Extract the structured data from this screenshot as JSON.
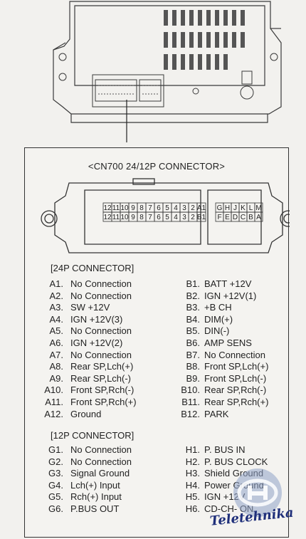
{
  "connector_title": "<CN700 24/12P CONNECTOR>",
  "connector": {
    "row_top_24": [
      "12",
      "11",
      "10",
      "9",
      "8",
      "7",
      "6",
      "5",
      "4",
      "3",
      "2",
      "A1"
    ],
    "row_bottom_24": [
      "12",
      "11",
      "10",
      "9",
      "8",
      "7",
      "6",
      "5",
      "4",
      "3",
      "2",
      "B1"
    ],
    "row_top_12": [
      "G",
      "H",
      "J",
      "K",
      "L",
      "M"
    ],
    "row_bottom_12": [
      "F",
      "E",
      "D",
      "C",
      "B",
      "A"
    ]
  },
  "section_24": {
    "heading": "[24P CONNECTOR]",
    "a_pins": [
      {
        "code": "A1.",
        "desc": "No Connection"
      },
      {
        "code": "A2.",
        "desc": "No Connection"
      },
      {
        "code": "A3.",
        "desc": "SW +12V"
      },
      {
        "code": "A4.",
        "desc": "IGN +12V(3)"
      },
      {
        "code": "A5.",
        "desc": "No Connection"
      },
      {
        "code": "A6.",
        "desc": "IGN +12V(2)"
      },
      {
        "code": "A7.",
        "desc": "No Connection"
      },
      {
        "code": "A8.",
        "desc": "Rear SP,Lch(+)"
      },
      {
        "code": "A9.",
        "desc": "Rear SP,Lch(-)"
      },
      {
        "code": "A10.",
        "desc": "Front SP,Rch(-)"
      },
      {
        "code": "A11.",
        "desc": "Front SP,Rch(+)"
      },
      {
        "code": "A12.",
        "desc": "Ground"
      }
    ],
    "b_pins": [
      {
        "code": "B1.",
        "desc": "BATT +12V"
      },
      {
        "code": "B2.",
        "desc": "IGN +12V(1)"
      },
      {
        "code": "B3.",
        "desc": "+B CH"
      },
      {
        "code": "B4.",
        "desc": "DIM(+)"
      },
      {
        "code": "B5.",
        "desc": "DIN(-)"
      },
      {
        "code": "B6.",
        "desc": "AMP SENS"
      },
      {
        "code": "B7.",
        "desc": "No Connection"
      },
      {
        "code": "B8.",
        "desc": "Front SP,Lch(+)"
      },
      {
        "code": "B9.",
        "desc": "Front SP,Lch(-)"
      },
      {
        "code": "B10.",
        "desc": "Rear SP,Rch(-)"
      },
      {
        "code": "B11.",
        "desc": "Rear SP,Rch(+)"
      },
      {
        "code": "B12.",
        "desc": "PARK"
      }
    ]
  },
  "section_12": {
    "heading": "[12P CONNECTOR]",
    "g_pins": [
      {
        "code": "G1.",
        "desc": "No Connection"
      },
      {
        "code": "G2.",
        "desc": "No Connection"
      },
      {
        "code": "G3.",
        "desc": "Signal Ground"
      },
      {
        "code": "G4.",
        "desc": "Lch(+) Input"
      },
      {
        "code": "G5.",
        "desc": "Rch(+) Input"
      },
      {
        "code": "G6.",
        "desc": "P.BUS OUT"
      }
    ],
    "h_pins": [
      {
        "code": "H1.",
        "desc": "P. BUS IN"
      },
      {
        "code": "H2.",
        "desc": "P. BUS CLOCK"
      },
      {
        "code": "H3.",
        "desc": "Shield Ground"
      },
      {
        "code": "H4.",
        "desc": "Power Ground"
      },
      {
        "code": "H5.",
        "desc": "IGN +12V"
      },
      {
        "code": "H6.",
        "desc": "CD-CH- ON"
      }
    ]
  },
  "watermark": {
    "brand": "Teletehnika"
  },
  "colors": {
    "ink": "#222222",
    "brand_blue": "#1f2f7a",
    "paper": "#f2f1ee"
  }
}
